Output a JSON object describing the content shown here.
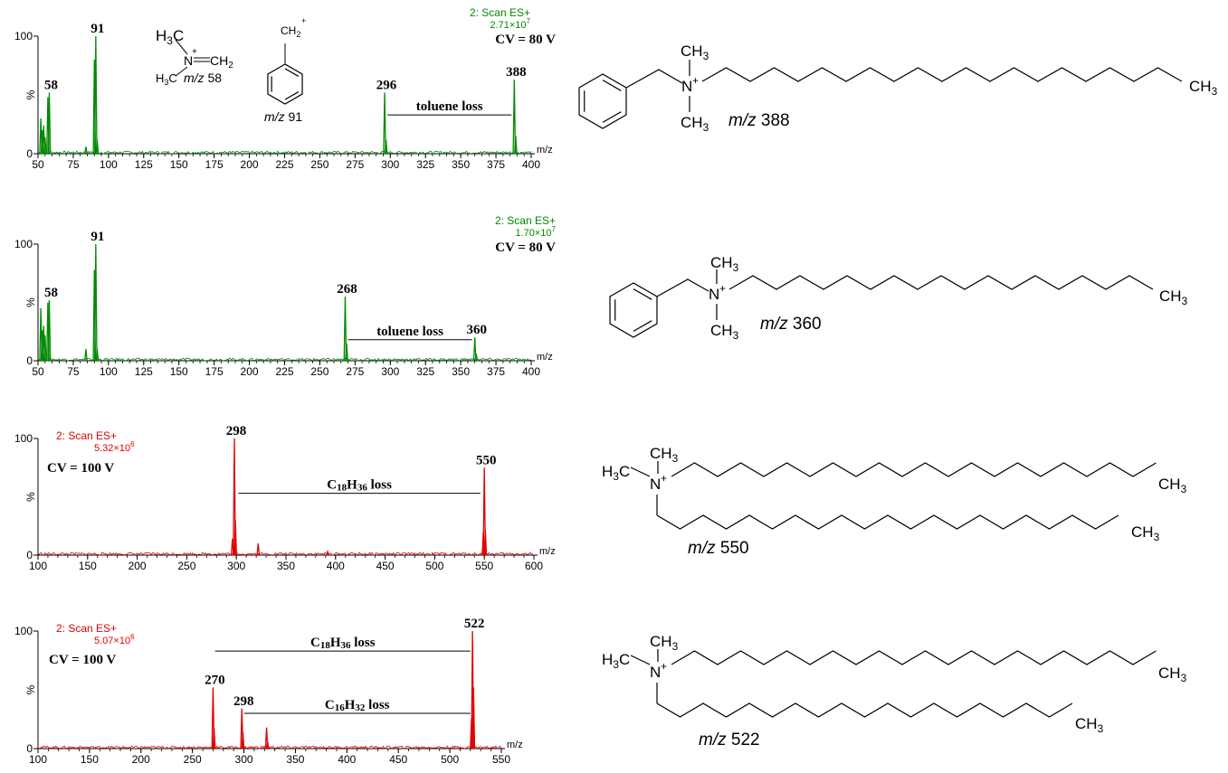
{
  "chart_data": [
    {
      "type": "line",
      "title": "",
      "scan_label": "2: Scan ES+",
      "intensity": "2.71×10",
      "intensity_exp": "7",
      "cv_label": "CV = 80 V",
      "color": "#008a00",
      "xlabel": "m/z",
      "ylabel": "%",
      "xlim": [
        50,
        400
      ],
      "ylim": [
        0,
        100
      ],
      "xticks": [
        50,
        75,
        100,
        125,
        150,
        175,
        200,
        225,
        250,
        275,
        300,
        325,
        350,
        375,
        400
      ],
      "yticks": [
        0,
        100
      ],
      "peaks": [
        {
          "x": 52,
          "y": 30
        },
        {
          "x": 53,
          "y": 20
        },
        {
          "x": 54,
          "y": 24
        },
        {
          "x": 55,
          "y": 14
        },
        {
          "x": 57,
          "y": 48
        },
        {
          "x": 58,
          "y": 52
        },
        {
          "x": 84,
          "y": 6
        },
        {
          "x": 90,
          "y": 80
        },
        {
          "x": 91,
          "y": 100
        },
        {
          "x": 92,
          "y": 12
        },
        {
          "x": 296,
          "y": 52
        },
        {
          "x": 297,
          "y": 12
        },
        {
          "x": 388,
          "y": 63
        },
        {
          "x": 389,
          "y": 15
        }
      ],
      "peak_labels": [
        {
          "x": 58,
          "y": 52,
          "text": "58"
        },
        {
          "x": 91,
          "y": 100,
          "text": "91"
        },
        {
          "x": 296,
          "y": 52,
          "text": "296"
        },
        {
          "x": 388,
          "y": 63,
          "text": "388"
        }
      ],
      "loss": {
        "from": 298,
        "to": 386,
        "y": 33,
        "label": "toluene loss",
        "sub": ""
      }
    },
    {
      "type": "line",
      "title": "",
      "scan_label": "2: Scan ES+",
      "intensity": "1.70×10",
      "intensity_exp": "7",
      "cv_label": "CV = 80 V",
      "color": "#008a00",
      "xlabel": "m/z",
      "ylabel": "%",
      "xlim": [
        50,
        400
      ],
      "ylim": [
        0,
        100
      ],
      "xticks": [
        50,
        75,
        100,
        125,
        150,
        175,
        200,
        225,
        250,
        275,
        300,
        325,
        350,
        375,
        400
      ],
      "yticks": [
        0,
        100
      ],
      "peaks": [
        {
          "x": 52,
          "y": 45
        },
        {
          "x": 53,
          "y": 26
        },
        {
          "x": 54,
          "y": 30
        },
        {
          "x": 55,
          "y": 22
        },
        {
          "x": 57,
          "y": 50
        },
        {
          "x": 58,
          "y": 52
        },
        {
          "x": 84,
          "y": 10
        },
        {
          "x": 90,
          "y": 78
        },
        {
          "x": 91,
          "y": 100
        },
        {
          "x": 92,
          "y": 10
        },
        {
          "x": 268,
          "y": 55
        },
        {
          "x": 269,
          "y": 15
        },
        {
          "x": 360,
          "y": 20
        },
        {
          "x": 361,
          "y": 6
        }
      ],
      "peak_labels": [
        {
          "x": 58,
          "y": 52,
          "text": "58"
        },
        {
          "x": 91,
          "y": 100,
          "text": "91"
        },
        {
          "x": 268,
          "y": 55,
          "text": "268"
        },
        {
          "x": 360,
          "y": 20,
          "text": "360"
        }
      ],
      "loss": {
        "from": 270,
        "to": 358,
        "y": 18,
        "label": "toluene loss",
        "sub": ""
      }
    },
    {
      "type": "line",
      "title": "",
      "scan_label": "2: Scan ES+",
      "intensity": "5.32×10",
      "intensity_exp": "6",
      "cv_label": "CV = 100 V",
      "color": "#e00000",
      "xlabel": "m/z",
      "ylabel": "%",
      "xlim": [
        100,
        600
      ],
      "ylim": [
        0,
        100
      ],
      "xticks": [
        100,
        150,
        200,
        250,
        300,
        350,
        400,
        450,
        500,
        550,
        600
      ],
      "yticks": [
        0,
        100
      ],
      "peaks": [
        {
          "x": 298,
          "y": 100
        },
        {
          "x": 299,
          "y": 30
        },
        {
          "x": 296,
          "y": 14
        },
        {
          "x": 322,
          "y": 10
        },
        {
          "x": 392,
          "y": 3
        },
        {
          "x": 550,
          "y": 75
        },
        {
          "x": 549,
          "y": 20
        },
        {
          "x": 551,
          "y": 22
        }
      ],
      "peak_labels": [
        {
          "x": 298,
          "y": 100,
          "text": "298"
        },
        {
          "x": 550,
          "y": 75,
          "text": "550"
        }
      ],
      "loss": {
        "from": 302,
        "to": 546,
        "y": 53,
        "label": "C",
        "sub": "18H36 loss"
      }
    },
    {
      "type": "line",
      "title": "",
      "scan_label": "2: Scan ES+",
      "intensity": "5.07×10",
      "intensity_exp": "6",
      "cv_label": "CV = 100 V",
      "color": "#e00000",
      "xlabel": "m/z",
      "ylabel": "%",
      "xlim": [
        100,
        550
      ],
      "ylim": [
        0,
        100
      ],
      "xticks": [
        100,
        150,
        200,
        250,
        300,
        350,
        400,
        450,
        500,
        550
      ],
      "yticks": [
        0,
        100
      ],
      "peaks": [
        {
          "x": 270,
          "y": 52
        },
        {
          "x": 271,
          "y": 18
        },
        {
          "x": 298,
          "y": 34
        },
        {
          "x": 299,
          "y": 14
        },
        {
          "x": 322,
          "y": 18
        },
        {
          "x": 323,
          "y": 6
        },
        {
          "x": 522,
          "y": 100
        },
        {
          "x": 523,
          "y": 52
        },
        {
          "x": 521,
          "y": 26
        }
      ],
      "peak_labels": [
        {
          "x": 270,
          "y": 52,
          "text": "270"
        },
        {
          "x": 298,
          "y": 34,
          "text": "298"
        },
        {
          "x": 522,
          "y": 100,
          "text": "522"
        }
      ],
      "loss": {
        "from": 272,
        "to": 520,
        "y": 83,
        "label": "C",
        "sub": "18H36 loss"
      },
      "loss2": {
        "from": 300,
        "to": 520,
        "y": 30,
        "label": "C",
        "sub": "16H32 loss"
      }
    }
  ],
  "structures": {
    "s1": {
      "label_italic": "m/z",
      "label_num": "388",
      "ch3": "CH",
      "sub3": "3"
    },
    "s2": {
      "label_italic": "m/z",
      "label_num": "360",
      "ch3": "CH",
      "sub3": "3"
    },
    "s3": {
      "label_italic": "m/z",
      "label_num": "550",
      "ch3": "CH",
      "sub3": "3",
      "h3c": "H"
    },
    "s4": {
      "label_italic": "m/z",
      "label_num": "522",
      "ch3": "CH",
      "sub3": "3",
      "h3c": "H"
    },
    "inset58": {
      "label_italic": "m/z",
      "label_num": "58",
      "ch2": "CH",
      "sub2": "2",
      "nplus": "N",
      "h": "H"
    },
    "inset91": {
      "label_italic": "m/z",
      "label_num": "91",
      "ch2": "CH",
      "sub2": "2"
    }
  }
}
